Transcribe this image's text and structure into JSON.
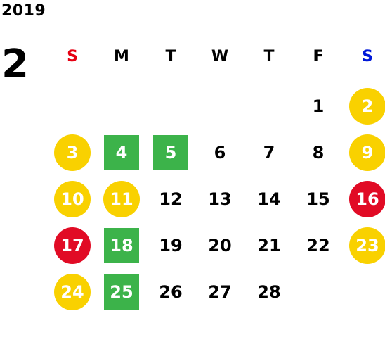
{
  "header": {
    "year": "2019",
    "month": "2"
  },
  "colors": {
    "text": "#000000",
    "sunday_label": "#e60012",
    "saturday_label": "#0018d8",
    "yellow": "#f9d100",
    "red": "#e10b25",
    "green": "#3cb34a"
  },
  "weekdays": [
    {
      "label": "S",
      "color": "#e60012"
    },
    {
      "label": "M",
      "color": "#000000"
    },
    {
      "label": "T",
      "color": "#000000"
    },
    {
      "label": "W",
      "color": "#000000"
    },
    {
      "label": "T",
      "color": "#000000"
    },
    {
      "label": "F",
      "color": "#000000"
    },
    {
      "label": "S",
      "color": "#0018d8"
    }
  ],
  "weeks": [
    [
      null,
      null,
      null,
      null,
      null,
      {
        "day": "1"
      },
      {
        "day": "2",
        "style": "yellow-circle"
      }
    ],
    [
      {
        "day": "3",
        "style": "yellow-circle"
      },
      {
        "day": "4",
        "style": "green-square"
      },
      {
        "day": "5",
        "style": "green-square"
      },
      {
        "day": "6"
      },
      {
        "day": "7"
      },
      {
        "day": "8"
      },
      {
        "day": "9",
        "style": "yellow-circle"
      }
    ],
    [
      {
        "day": "10",
        "style": "yellow-circle"
      },
      {
        "day": "11",
        "style": "yellow-circle"
      },
      {
        "day": "12"
      },
      {
        "day": "13"
      },
      {
        "day": "14"
      },
      {
        "day": "15"
      },
      {
        "day": "16",
        "style": "red-circle"
      }
    ],
    [
      {
        "day": "17",
        "style": "red-circle"
      },
      {
        "day": "18",
        "style": "green-square"
      },
      {
        "day": "19"
      },
      {
        "day": "20"
      },
      {
        "day": "21"
      },
      {
        "day": "22"
      },
      {
        "day": "23",
        "style": "yellow-circle"
      }
    ],
    [
      {
        "day": "24",
        "style": "yellow-circle"
      },
      {
        "day": "25",
        "style": "green-square"
      },
      {
        "day": "26"
      },
      {
        "day": "27"
      },
      {
        "day": "28"
      },
      null,
      null
    ]
  ]
}
